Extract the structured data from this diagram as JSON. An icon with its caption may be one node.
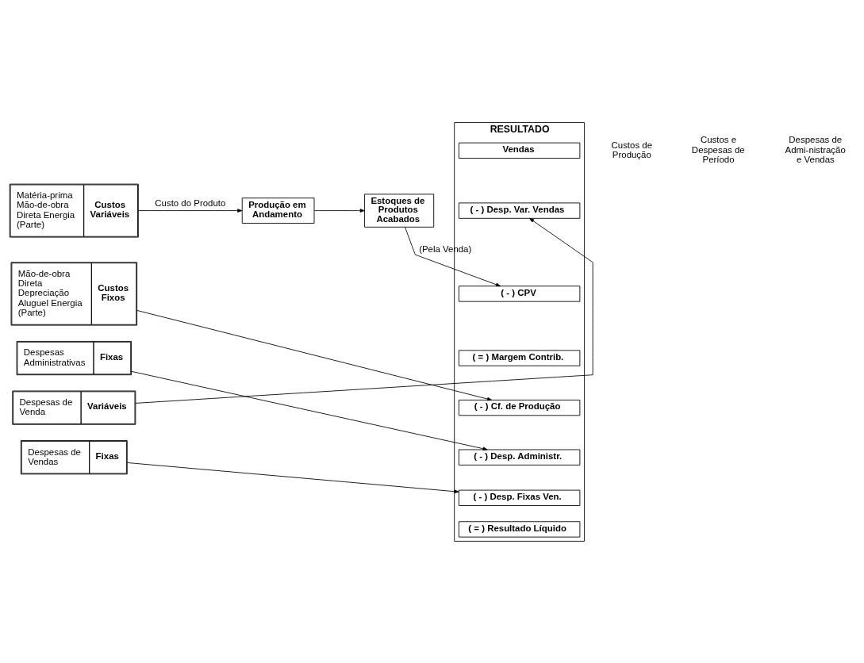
{
  "diagram": {
    "nodes": [
      {
        "text": [
          "Matéria-prima Mão-de-obra Direta Energia (Parte)",
          "Custos Variáveis"
        ]
      },
      {
        "text": [
          "Mão-de-obra Direta Depreciação Aluguel Energia (Parte)",
          "Custos Fixos"
        ]
      },
      {
        "text": [
          "Despesas Administrativas",
          "Fixas"
        ]
      },
      {
        "text": [
          "Despesas de Venda",
          "Variáveis"
        ]
      },
      {
        "text": [
          "Despesas de Vendas",
          "Fixas"
        ]
      },
      {
        "text": [
          "Produção em Andamento"
        ]
      },
      {
        "text": [
          "Estoques de Produtos Acabados"
        ]
      },
      {
        "text": [
          "RESULTADO"
        ]
      },
      {
        "text": [
          "Vendas"
        ],
        "in": 7
      },
      {
        "text": [
          "( - ) Desp. Var. Vendas"
        ],
        "in": 7
      },
      {
        "text": [
          "( - ) CPV"
        ],
        "in": 7
      },
      {
        "text": [
          "( = ) Margem Contrib."
        ],
        "in": 7
      },
      {
        "text": [
          "( - ) Cf. de Produção"
        ],
        "in": 7
      },
      {
        "text": [
          "( - ) Desp. Administr."
        ],
        "in": 7
      },
      {
        "text": [
          "( - ) Desp. Fixas Ven."
        ],
        "in": 7
      },
      {
        "text": [
          "( = ) Resultado Líquido"
        ],
        "in": 7
      }
    ],
    "edges": [
      {
        "from": 0,
        "to": 5,
        "arrow": "to",
        "label": "Custo do Produto"
      },
      {
        "from": 5,
        "to": 6,
        "arrow": "to"
      },
      {
        "from": 6,
        "to": 10,
        "arrow": "to",
        "label": "(Pela Venda)"
      },
      {
        "from": 1,
        "to": 12,
        "arrow": "to"
      },
      {
        "from": 2,
        "to": 13,
        "arrow": "to"
      },
      {
        "from": 3,
        "to": 9,
        "arrow": "to"
      },
      {
        "from": 4,
        "to": 14,
        "arrow": "to"
      }
    ],
    "labels": [
      "Custos de Produção",
      "Custos e Despesas de Período",
      "Despesas de Admi-nistração e Vendas"
    ]
  }
}
